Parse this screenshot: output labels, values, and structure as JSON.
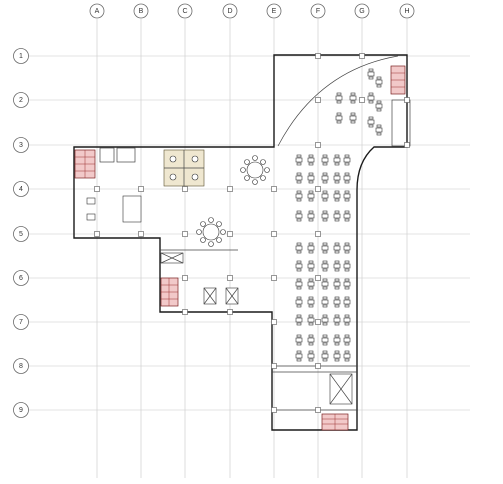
{
  "drawing": {
    "column_labels": [
      "A",
      "B",
      "C",
      "D",
      "E",
      "F",
      "G",
      "H"
    ],
    "row_labels": [
      "1",
      "2",
      "3",
      "4",
      "5",
      "6",
      "7",
      "8",
      "9"
    ],
    "colors": {
      "wall": "#1a1a1a",
      "grid": "#c8c8c8",
      "stair_fill": "#f2c9c9",
      "stair_stroke": "#7a2020",
      "wc_fill": "#efe7d0"
    },
    "icons": [
      "stair-icon",
      "elevator-icon",
      "restroom-icon",
      "dining-table-icon",
      "round-table-icon"
    ]
  }
}
